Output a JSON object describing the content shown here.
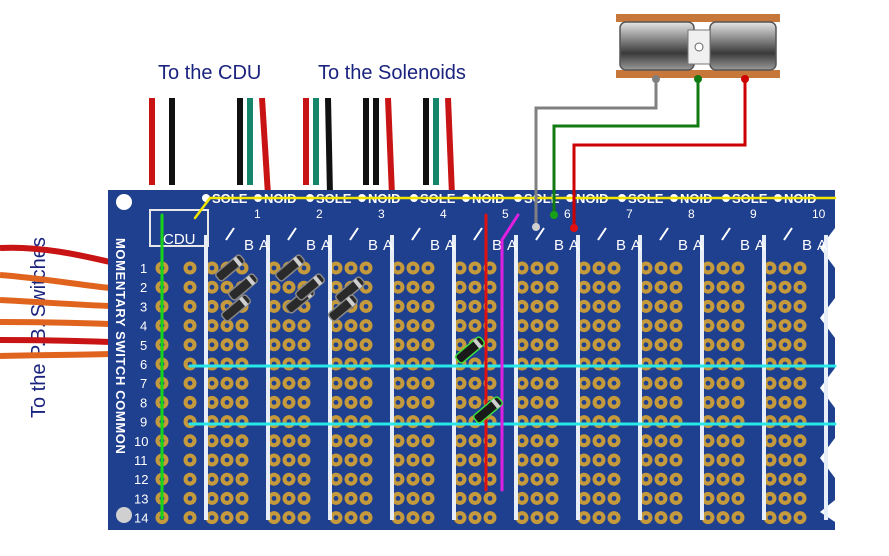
{
  "labels": {
    "to_cdu": "To the CDU",
    "to_solenoids": "To the Solenoids",
    "to_pb_switches": "To the P.B. Switches"
  },
  "board": {
    "cdu_label": "CDU",
    "side_label": "MOMENTARY SWITCH COMMON",
    "column_numbers": [
      "1",
      "2",
      "3",
      "4",
      "5",
      "6",
      "7",
      "8",
      "9",
      "10"
    ],
    "column_pair_labels": [
      "B",
      "A"
    ],
    "silkscreen_words": [
      "SOLE",
      "NOID",
      "SOLE",
      "NOID",
      "SOLE",
      "NOID",
      "SOLE",
      "NOID",
      "SOLE",
      "NOID",
      "SOLE",
      "NOID"
    ],
    "row_numbers": [
      "1",
      "2",
      "3",
      "4",
      "5",
      "6",
      "7",
      "8",
      "9",
      "10",
      "11",
      "12",
      "13",
      "14"
    ]
  },
  "wire_colors": {
    "board": "#1f3f8f",
    "pad": "#c49a3c",
    "yellow": "#f2e600",
    "green": "#18d418",
    "cyan": "#26e8e8",
    "red": "#e01010",
    "magenta": "#e020e0",
    "gray": "#808080",
    "darkgreen": "#127a12",
    "label_text": "#1a237e"
  },
  "icons": [
    "solenoid-switch-machine-icon",
    "diode-icon",
    "mounting-hole-icon"
  ]
}
